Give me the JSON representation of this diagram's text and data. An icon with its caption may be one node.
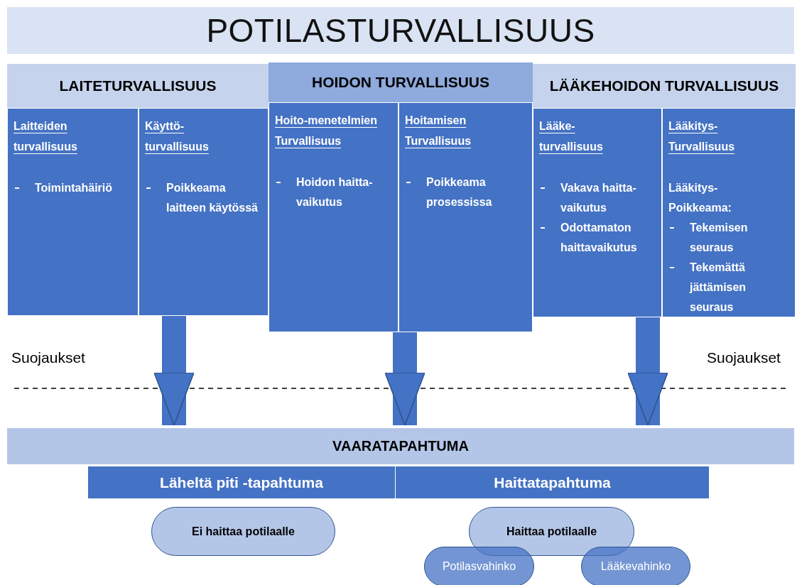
{
  "diagram": {
    "title": "POTILASTURVALLISUUS",
    "nodes": [
      {
        "text": [
          "LAITETURVALLISUUS"
        ]
      },
      {
        "text": [
          "Laitteiden turvallisuus",
          "Toimintahäiriö"
        ],
        "in": 0
      },
      {
        "text": [
          "Käyttö-turvallisuus",
          "Poikkeama laitteen käytössä"
        ],
        "in": 0
      },
      {
        "text": [
          "HOIDON TURVALLISUUS"
        ]
      },
      {
        "text": [
          "Hoito-menetelmien Turvallisuus",
          "Hoidon haitta-vaikutus"
        ],
        "in": 3
      },
      {
        "text": [
          "Hoitamisen Turvallisuus",
          "Poikkeama prosessissa"
        ],
        "in": 3
      },
      {
        "text": [
          "LÄÄKEHOIDON TURVALLISUUS"
        ]
      },
      {
        "text": [
          "Lääke-turvallisuus",
          "Vakava haitta-vaikutus",
          "Odottamaton haittavaikutus"
        ],
        "in": 6
      },
      {
        "text": [
          "Lääkitys-Turvallisuus",
          "Lääkitys-Poikkeama:",
          "Tekemisen seuraus",
          "Tekemättä jättämisen seuraus"
        ],
        "in": 6
      },
      {
        "text": [
          "VAARATAPAHTUMA"
        ]
      },
      {
        "text": [
          "Läheltä piti -tapahtuma"
        ]
      },
      {
        "text": [
          "Haittatapahtuma"
        ]
      },
      {
        "text": [
          "Ei haittaa potilaalle"
        ]
      },
      {
        "text": [
          "Haittaa potilaalle"
        ]
      },
      {
        "text": [
          "Potilasvahinko"
        ]
      },
      {
        "text": [
          "Lääkevahinko"
        ]
      }
    ],
    "edges": [
      {
        "from": 0,
        "to": 9,
        "arrow": "to"
      },
      {
        "from": 3,
        "to": 9,
        "arrow": "to"
      },
      {
        "from": 6,
        "to": 9,
        "arrow": "to"
      }
    ],
    "labels": [
      "Suojaukset",
      "Suojaukset"
    ]
  }
}
